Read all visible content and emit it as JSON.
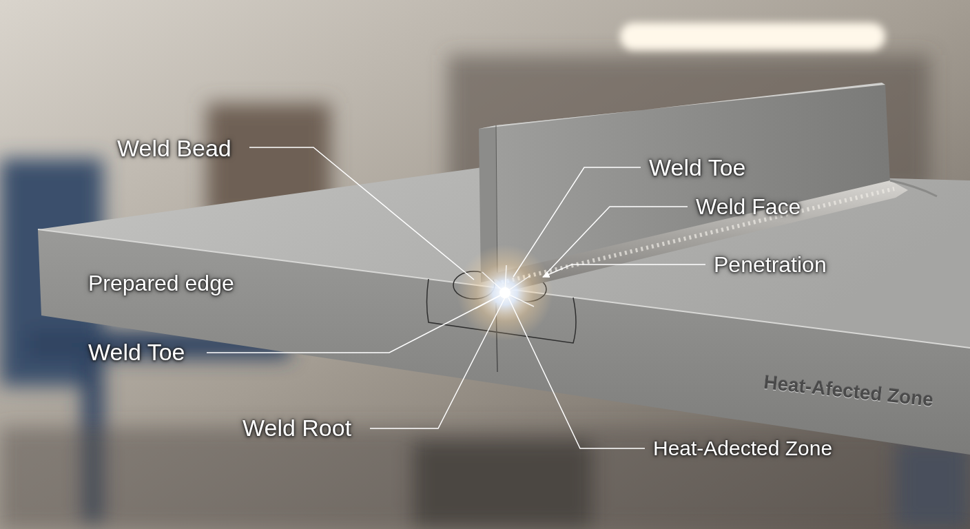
{
  "diagram": {
    "labels": [
      "Weld Bead",
      "Weld Toe",
      "Weld Face",
      "Penetration",
      "Prepared edge",
      "Weld Toe",
      "Weld Root",
      "Heat-Adected Zone",
      "Heat-Afected Zone"
    ]
  }
}
